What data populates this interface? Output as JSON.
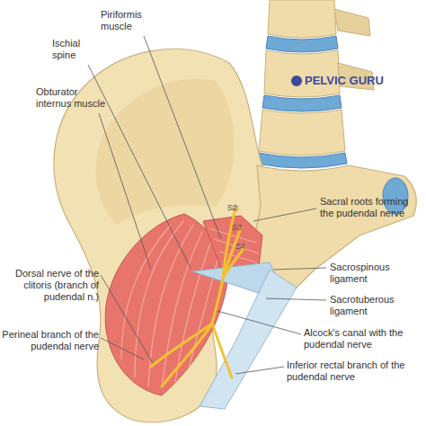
{
  "diagram": {
    "labels": [
      "Piriformis muscle",
      "Ischial spine",
      "Obturator internus muscle",
      "PELVIC GURU",
      "Sacral roots forming the pudendal nerve",
      "S2",
      "S3",
      "S4",
      "Sacrospinous ligament",
      "Sacrotuberous ligament",
      "Dorsal nerve of the clitoris (branch of pudendal n.)",
      "Alcock's canal with the pudendal nerve",
      "Perineal branch of the pudendal nerve",
      "Inferior rectal branch of the pudendal nerve"
    ]
  }
}
